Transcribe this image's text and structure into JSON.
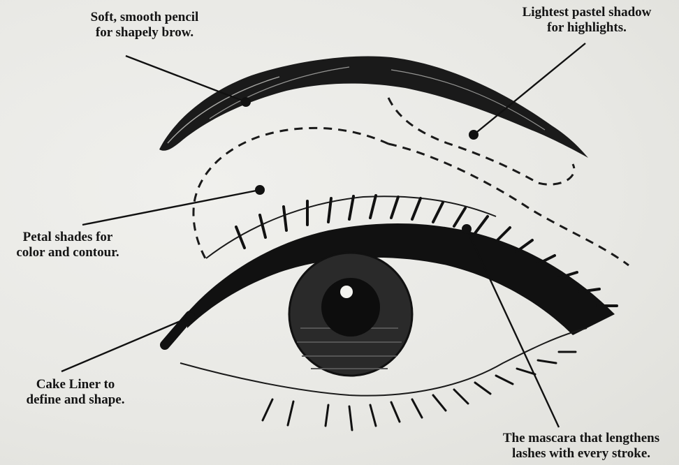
{
  "labels": {
    "brow": {
      "line1": "Soft, smooth pencil",
      "line2": "for shapely brow."
    },
    "highlight": {
      "line1": "Lightest pastel shadow",
      "line2": "for highlights."
    },
    "petal": {
      "line1": "Petal shades for",
      "line2": "color and contour."
    },
    "liner": {
      "line1": "Cake Liner to",
      "line2": "define and shape."
    },
    "mascara": {
      "line1": "The mascara that lengthens",
      "line2": "lashes with every stroke."
    }
  },
  "colors": {
    "ink": "#141414",
    "paper": "#e9e9e6"
  }
}
